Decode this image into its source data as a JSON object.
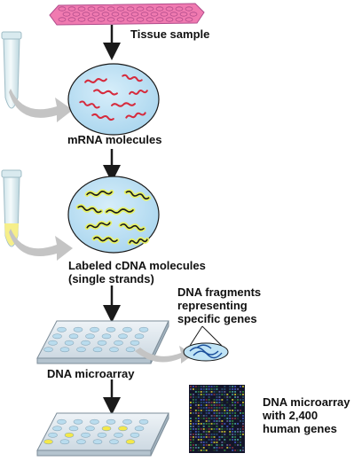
{
  "labels": {
    "tissue_sample": "Tissue sample",
    "mrna_molecules": "mRNA molecules",
    "labeled_cdna_line1": "Labeled cDNA molecules",
    "labeled_cdna_line2": "(single strands)",
    "dna_fragments_line1": "DNA fragments",
    "dna_fragments_line2": "representing",
    "dna_fragments_line3": "specific genes",
    "dna_microarray": "DNA microarray",
    "microarray_genes_line1": "DNA microarray",
    "microarray_genes_line2": "with 2,400",
    "microarray_genes_line3": "human genes"
  },
  "colors": {
    "tissue": "#f07ab0",
    "tissue_cells": "#b04c8c",
    "circle_fill": "#bfe3f5",
    "mrna_strand": "#d62a3c",
    "cdna_strand": "#1a1a1a",
    "cdna_glow": "#e7f266",
    "tube": "#e6f1f4",
    "tube_liquid": "#f6ef8a",
    "slide": "#dfe7ee",
    "spot": "#b9dcee",
    "spot_hybridized": "#f4e84a",
    "curved_arrow": "#c4c4c4",
    "down_arrow": "#1a1a1a",
    "array_image_bg": "#13152a"
  }
}
